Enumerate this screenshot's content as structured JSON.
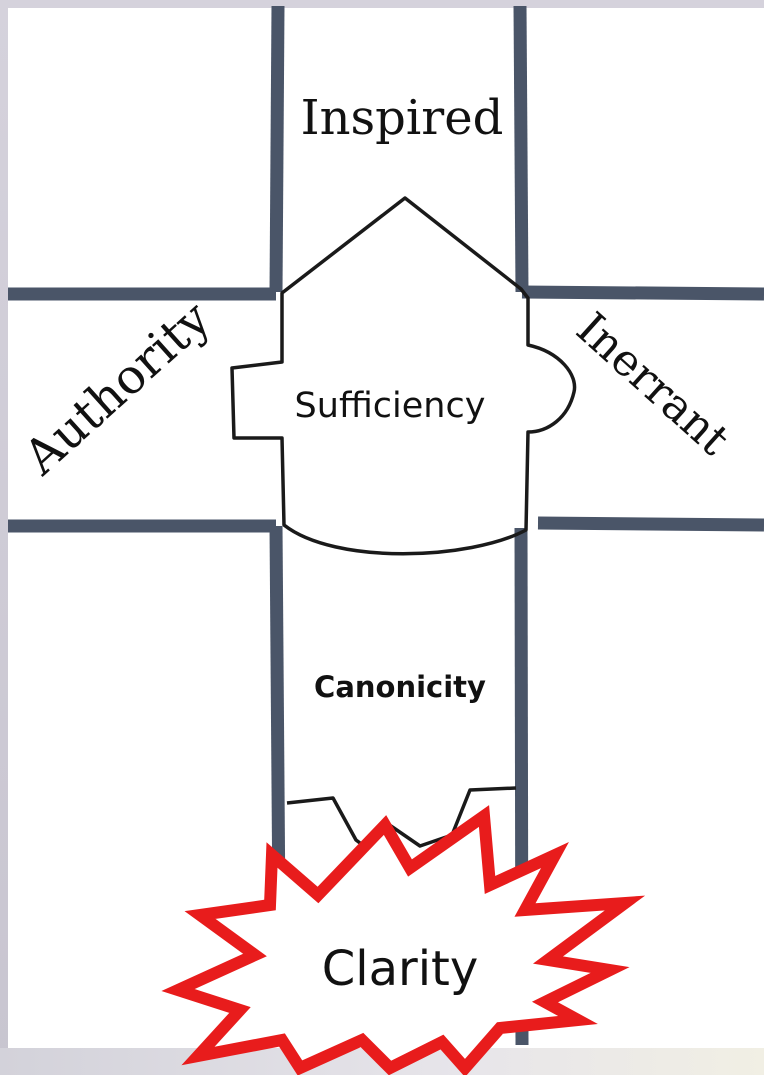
{
  "diagram": {
    "labels": {
      "top": "Inspired",
      "left": "Authority",
      "center": "Sufficiency",
      "right": "Inerrant",
      "middle_lower": "Canonicity",
      "burst": "Clarity"
    },
    "colors": {
      "channel_wall": "#4a5568",
      "sketch_line": "#1a1a1a",
      "burst_stroke": "#e81c1c",
      "burst_fill": "#ffffff",
      "text": "#111111"
    }
  }
}
